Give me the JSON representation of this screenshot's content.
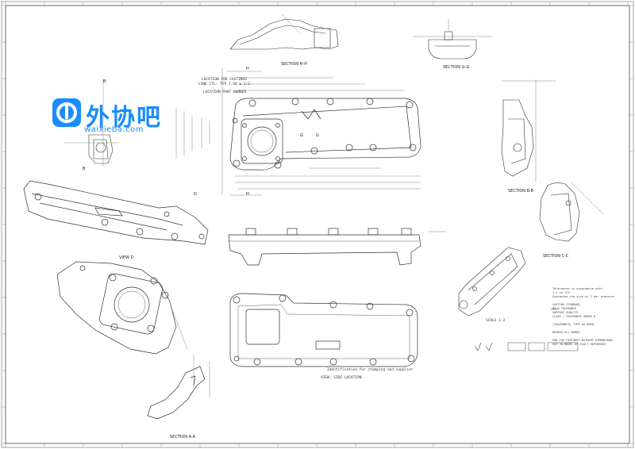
{
  "drawing": {
    "views": {
      "section_hh": "SECTION  H-H",
      "section_gg": "SECTION  G-G",
      "section_bb": "SECTION  B-B",
      "section_cc": "SECTION  C-C",
      "section_aa": "SECTION  A-A",
      "view_d": "VIEW D",
      "scale_label": "SCALE 1:2"
    },
    "callouts": {
      "location_c": "LOCATION FOR CASTINGS",
      "location_c2": "LINE CTL: TYP 1:50 ± 1:2",
      "location_part": "LOCATION PART NUMBER",
      "detail_note": "Identification for stamping and supplier",
      "label_note": "VIEW: SIDE LOCATION"
    },
    "letters": [
      "H",
      "H",
      "B",
      "B",
      "G",
      "G",
      "D"
    ],
    "notes": [
      "Tolerances in accordance with",
      "1.1 to 175",
      "Guarantee the size at 2 bar pressure",
      "",
      "CASTING STANDARD",
      "MOLD TOLERANCE",
      "SURFACE QUALITY",
      "CLASS / TOLERANCE GRADE B",
      "",
      "[TOLERANCE] TYPE me 0000",
      "",
      "REMOVE ALL BURRS",
      "",
      "FOR THE FEATURES WITHOUT DIMENSIONS",
      "USE 3D MODEL AS EXACT REFERENCE"
    ]
  },
  "watermark": {
    "brand_cn": "外协吧",
    "url": "waixieba.com"
  },
  "colors": {
    "line": "#333333",
    "dim": "#555555",
    "brand": "#1a8cff"
  }
}
